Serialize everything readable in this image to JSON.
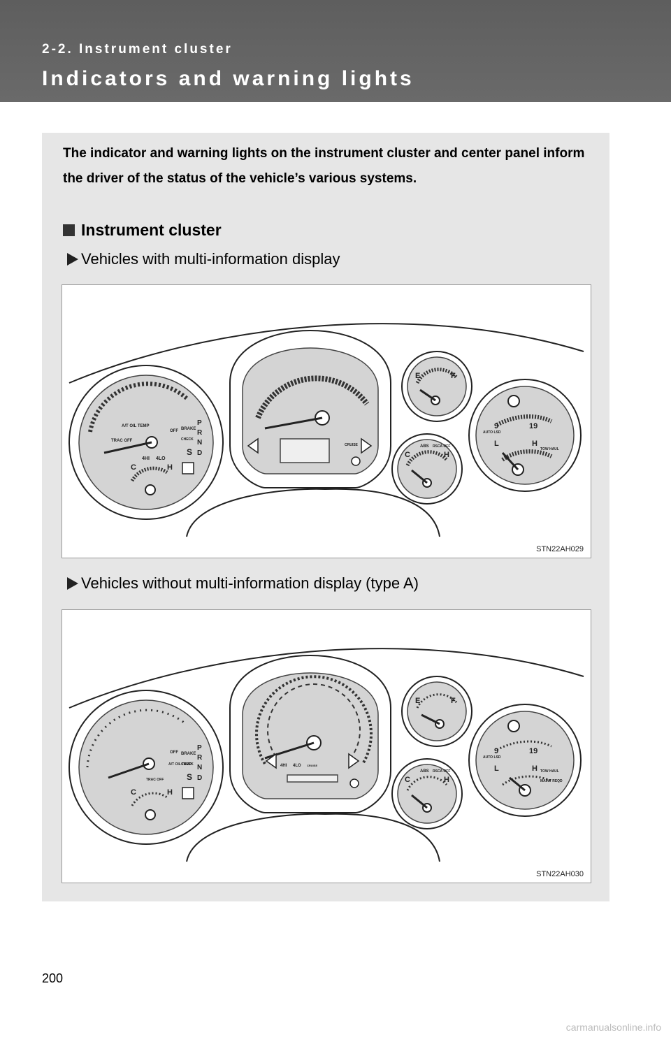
{
  "header": {
    "section_label": "2-2. Instrument cluster",
    "title": "Indicators and warning lights"
  },
  "intro": "The indicator and warning lights on the instrument cluster and center panel inform the driver of the status of the vehicle’s various systems.",
  "subhead": "Instrument cluster",
  "variants": [
    {
      "label": "Vehicles with multi-information display",
      "figure_code": "STN22AH029"
    },
    {
      "label": "Vehicles without multi-information display (type A)",
      "figure_code": "STN22AH030"
    }
  ],
  "cluster_labels": {
    "at_oil_temp": "A/T OIL TEMP",
    "brake": "BRAKE",
    "trac_off": "TRAC OFF",
    "off": "OFF",
    "check": "CHECK",
    "4hi": "4HI",
    "4lo": "4LO",
    "gear_p": "P",
    "gear_r": "R",
    "gear_n": "N",
    "gear_d": "D",
    "gear_s": "S",
    "cold": "C",
    "hot": "H",
    "empty": "E",
    "full": "F",
    "cruise": "CRUISE",
    "abs": "ABS",
    "rsca_off": "RSCA OFF",
    "nine": "9",
    "nineteen": "19",
    "low": "L",
    "high": "H",
    "auto_lsd": "AUTO LSD",
    "tow_haul": "TOW HAUL",
    "maint_reqd": "MAINT REQD"
  },
  "page_number": "200",
  "watermark": "carmanualsonline.info"
}
